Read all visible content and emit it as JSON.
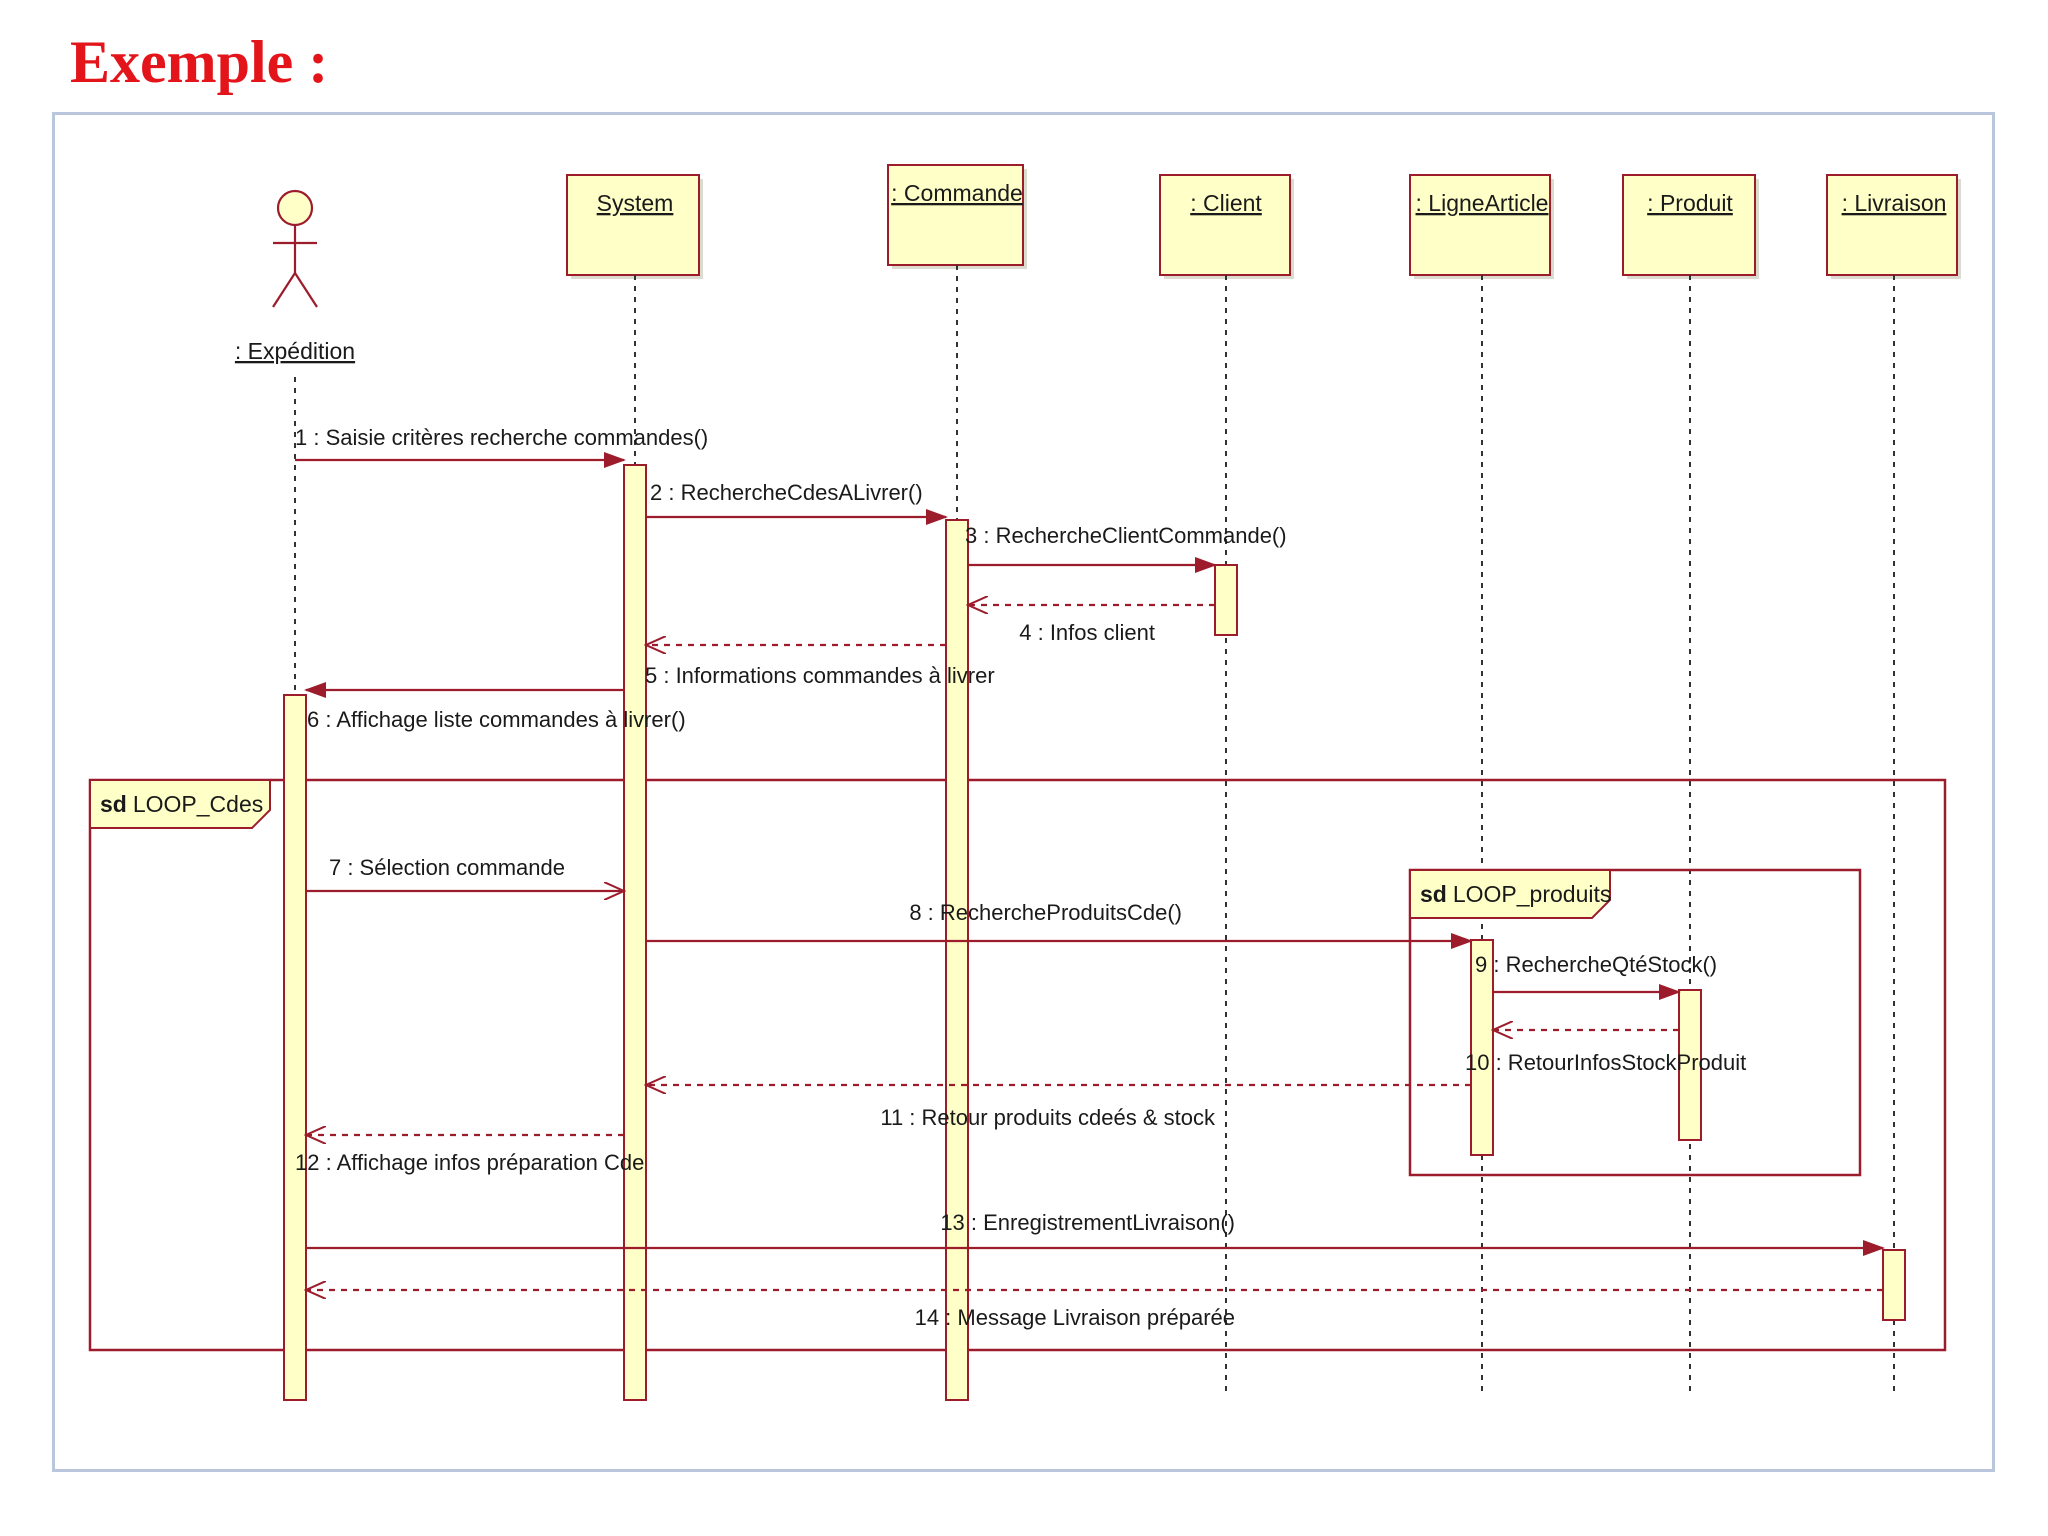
{
  "title": "Exemple :",
  "colors": {
    "title": "#e3151b",
    "box_fill": "#ffffc8",
    "box_stroke": "#9c1c2c",
    "message": "#9c1c2c",
    "frame_border": "#b9c6dc",
    "lifeline": "#333333"
  },
  "lifelines": [
    {
      "id": "expedition",
      "label": ": Expédition",
      "kind": "actor"
    },
    {
      "id": "system",
      "label": "System",
      "kind": "object"
    },
    {
      "id": "commande",
      "label": ": Commande",
      "kind": "object"
    },
    {
      "id": "client",
      "label": ": Client",
      "kind": "object"
    },
    {
      "id": "lignearticle",
      "label": ": LigneArticle",
      "kind": "object"
    },
    {
      "id": "produit",
      "label": ": Produit",
      "kind": "object"
    },
    {
      "id": "livraison",
      "label": ": Livraison",
      "kind": "object"
    }
  ],
  "messages": [
    {
      "label": "1 : Saisie critères recherche commandes()",
      "from": "expedition",
      "to": "system",
      "type": "sync"
    },
    {
      "label": "2 : RechercheCdesALivrer()",
      "from": "system",
      "to": "commande",
      "type": "sync"
    },
    {
      "label": "3 : RechercheClientCommande()",
      "from": "commande",
      "to": "client",
      "type": "sync"
    },
    {
      "label": "4 : Infos client",
      "from": "client",
      "to": "commande",
      "type": "return"
    },
    {
      "label": "5 : Informations commandes à livrer",
      "from": "commande",
      "to": "system",
      "type": "return"
    },
    {
      "label": "6 : Affichage liste commandes à livrer()",
      "from": "system",
      "to": "expedition",
      "type": "sync"
    },
    {
      "label": "7 : Sélection commande",
      "from": "expedition",
      "to": "system",
      "type": "async"
    },
    {
      "label": "8 : RechercheProduitsCde()",
      "from": "system",
      "to": "lignearticle",
      "type": "sync"
    },
    {
      "label": "9 : RechercheQtéStock()",
      "from": "lignearticle",
      "to": "produit",
      "type": "sync"
    },
    {
      "label": "10 : RetourInfosStockProduit",
      "from": "produit",
      "to": "lignearticle",
      "type": "return"
    },
    {
      "label": "11 : Retour produits cdeés & stock",
      "from": "lignearticle",
      "to": "system",
      "type": "return"
    },
    {
      "label": "12 : Affichage infos préparation Cde",
      "from": "system",
      "to": "expedition",
      "type": "return"
    },
    {
      "label": "13 : EnregistrementLivraison()",
      "from": "expedition",
      "to": "livraison",
      "type": "sync"
    },
    {
      "label": "14 : Message Livraison préparée",
      "from": "livraison",
      "to": "expedition",
      "type": "return"
    }
  ],
  "fragments": [
    {
      "keyword": "sd",
      "name": "LOOP_Cdes"
    },
    {
      "keyword": "sd",
      "name": "LOOP_produits"
    }
  ]
}
